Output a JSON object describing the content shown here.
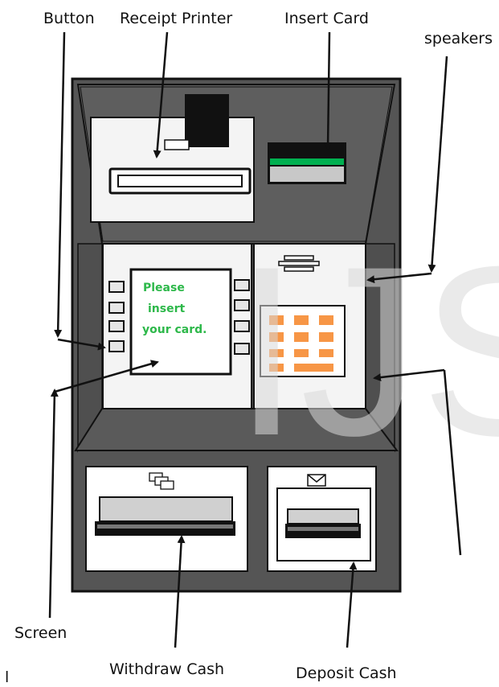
{
  "labels": {
    "button": "Button",
    "receipt_printer": "Receipt Printer",
    "insert_card": "Insert Card",
    "speakers": "speakers",
    "screen": "Screen",
    "withdraw_cash": "Withdraw Cash",
    "deposit_cash": "Deposit Cash",
    "stray_mark": "l"
  },
  "screen_text": {
    "line1": "Please",
    "line2": "insert",
    "line3": "your card."
  },
  "watermark": {
    "text": "IJS"
  },
  "colors": {
    "frame_dark": "#555555",
    "panel_light": "#f4f4f4",
    "keypad_key": "#f79646",
    "card_slot_stripe": "#00b050",
    "screen_text": "#2db84a",
    "watermark": "#d9d9d9"
  },
  "icons": {
    "withdraw": "banknotes-icon",
    "deposit": "envelope-icon"
  }
}
